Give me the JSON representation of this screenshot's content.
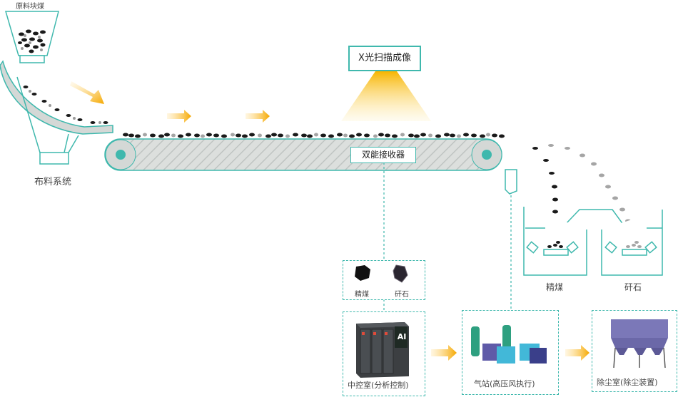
{
  "labels": {
    "raw_coal": "原料块煤",
    "distribution_system": "布料系统",
    "xray_imaging": "X光扫描成像",
    "dual_energy_receiver": "双能接收器",
    "clean_coal_bin": "精煤",
    "gangue_bin": "矸石",
    "sample_clean_coal": "精煤",
    "sample_gangue": "矸石",
    "control_room": "中控室(分析控制)",
    "air_station": "气站(高压风执行)",
    "dust_room": "除尘室(除尘装置)",
    "ai_badge": "AI"
  },
  "colors": {
    "teal": "#3fb8ad",
    "belt_fill": "#d4d8d6",
    "arrow_orange": "#f5a800",
    "coal": "#1a1a1a",
    "gangue": "#9a9a9a",
    "cabinet": "#3c3f42",
    "dust_collector": "#7b78b8"
  }
}
